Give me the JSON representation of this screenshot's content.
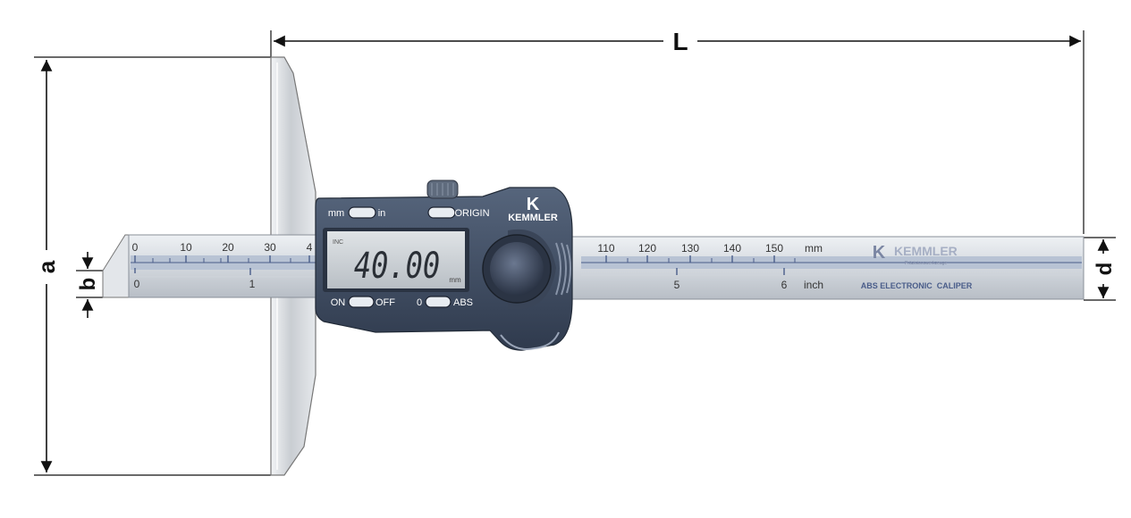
{
  "dimensions": {
    "length": "L",
    "height": "a",
    "base": "b",
    "rod": "d"
  },
  "display": {
    "mode": "INC",
    "reading": "40.00",
    "unit": "mm"
  },
  "buttons": {
    "unit_left": "mm",
    "unit_right": "in",
    "origin": "ORIGIN",
    "on": "ON",
    "off": "OFF",
    "zero": "0",
    "abs": "ABS"
  },
  "brand": {
    "letter": "K",
    "name": "KEMMLER",
    "beam_brand": "KEMMLER",
    "beam_tagline": "Präzisionswerkzeuge"
  },
  "beam": {
    "mm_ticks_left": [
      "0",
      "10",
      "20",
      "30",
      "4"
    ],
    "inch_ticks_left": [
      "0",
      "1"
    ],
    "mm_ticks_right": [
      "110",
      "120",
      "130",
      "140",
      "150"
    ],
    "mm_unit": "mm",
    "inch_ticks_right": [
      "5",
      "6"
    ],
    "inch_unit": "inch",
    "product": "ABS ELECTRONIC  CALIPER"
  },
  "colors": {
    "housing": "#3f4e66",
    "lcd": "#c9ced3",
    "beam": "#d4d9df",
    "accent": "#4a5d8a"
  }
}
